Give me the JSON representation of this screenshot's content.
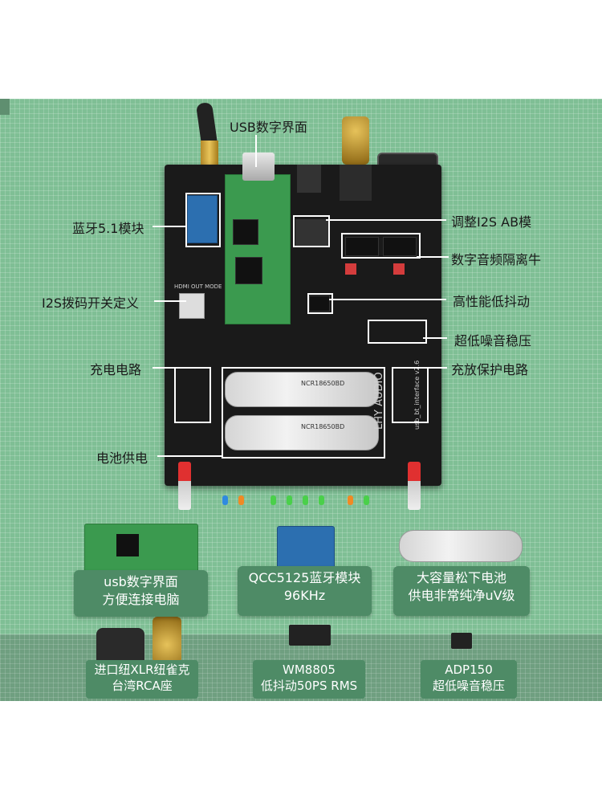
{
  "board_labels": {
    "usb_interface": "USB数字界面",
    "bt_module": "蓝牙5.1模块",
    "i2s_dip": "I2S拨码开关定义",
    "charge": "充电电路",
    "battery_supply": "电池供电",
    "adjust_i2s": "调整I2S AB模",
    "digital_isolation": "数字音频隔离牛",
    "low_jitter": "高性能低抖动",
    "ultra_low_noise": "超低噪音稳压",
    "charge_protect": "充放保护电路"
  },
  "silkscreen": {
    "brand": "LHY AUDIO",
    "model": "usb_bt_interface v2.6",
    "battery_text": "NCR18650BD",
    "dip_label": "HDMI OUT MODE"
  },
  "feature_cards": {
    "usb": [
      "usb数字界面",
      "方便连接电脑"
    ],
    "qcc": [
      "QCC5125蓝牙模块",
      "96KHz"
    ],
    "battery": [
      "大容量松下电池",
      "供电非常纯净uV级"
    ]
  },
  "part_cards": {
    "xlr": [
      "进口纽XLR纽雀克",
      "台湾RCA座"
    ],
    "wm": [
      "WM8805",
      "低抖动50PS RMS"
    ],
    "adp": [
      "ADP150",
      "超低噪音稳压"
    ]
  }
}
